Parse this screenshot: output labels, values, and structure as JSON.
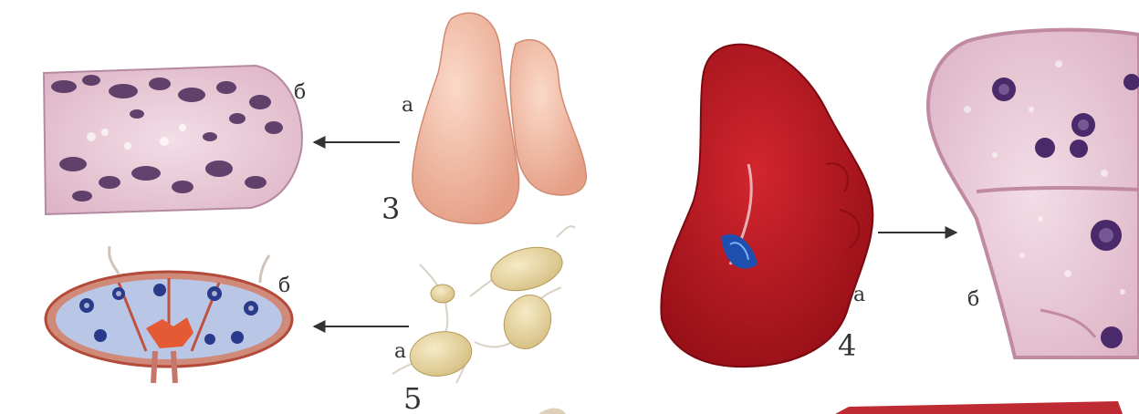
{
  "labels": {
    "thymus_section": "б",
    "thymus_organ": "а",
    "thymus_number": "3",
    "node_section": "б",
    "node_organ": "а",
    "node_number": "5",
    "spleen_organ": "а",
    "spleen_number": "4",
    "spleen_section": "б"
  },
  "colors": {
    "thymus": "#f2b9a3",
    "spleen": "#b8141c",
    "node": "#ead8a8",
    "histology": "#e7c8d6",
    "stain": "#4a2a5a"
  }
}
